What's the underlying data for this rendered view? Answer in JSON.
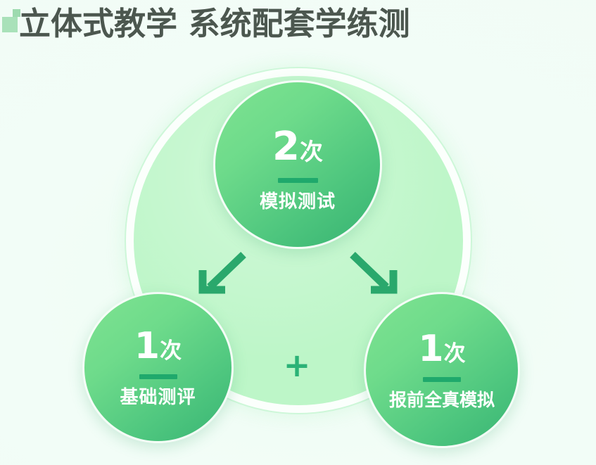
{
  "header": {
    "title": "立体式教学 系统配套学练测",
    "title_color": "#4c574f",
    "decoration_color": "#9cdcae"
  },
  "diagram": {
    "type": "cycle",
    "backdrop_color": "#bdf6c8",
    "ring_color": "#ffffff",
    "plus_symbol": "+",
    "plus_color": "#2bb277",
    "divider_color": "#1fa96c",
    "circle_gradient_from": "#7fe391",
    "circle_gradient_to": "#36b271",
    "nodes": [
      {
        "id": "top",
        "count": "2",
        "unit": "次",
        "label": "模拟测试",
        "position": "top"
      },
      {
        "id": "left",
        "count": "1",
        "unit": "次",
        "label": "基础测评",
        "position": "bottom-left"
      },
      {
        "id": "right",
        "count": "1",
        "unit": "次",
        "label": "报前全真模拟",
        "position": "bottom-right"
      }
    ],
    "arrows": [
      {
        "id": "left",
        "direction": "down-left",
        "color": "#2aa86c"
      },
      {
        "id": "right",
        "direction": "down-right",
        "color": "#2aa86c"
      }
    ]
  }
}
